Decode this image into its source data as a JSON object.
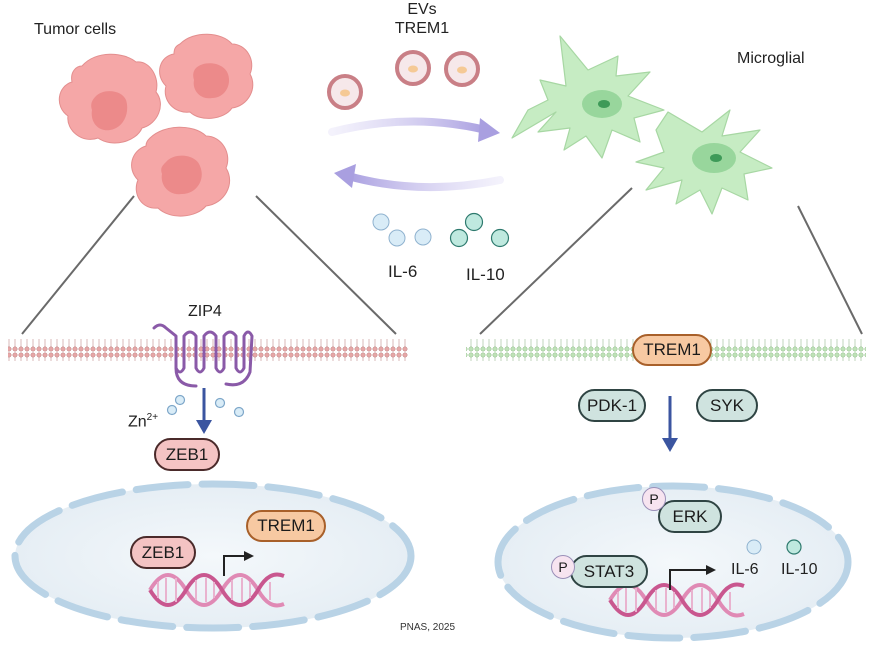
{
  "left": {
    "title": "Tumor cells",
    "receptor": "ZIP4",
    "ion_label": "Zn",
    "ion_charge": "2+",
    "cyto_protein": "ZEB1",
    "nucleus_factor": "ZEB1",
    "target_gene": "TREM1"
  },
  "middle": {
    "ev_line1": "EVs",
    "ev_line2": "TREM1",
    "cytokine_a": "IL-6",
    "cytokine_b": "IL-10"
  },
  "right": {
    "title": "Microglial",
    "receptor": "TREM1",
    "kinase_a": "PDK-1",
    "kinase_b": "SYK",
    "erk": "ERK",
    "stat": "STAT3",
    "phospho": "P",
    "out_a": "IL-6",
    "out_b": "IL-10"
  },
  "footer": {
    "source": "PNAS, 2025"
  },
  "colors": {
    "tumor_pink": "#f5a7a7",
    "microglia_green": "#c6ecc3",
    "arrow_lavender": "#b9b0e6",
    "arrow_blue": "#3b55a0",
    "dna_pink": "#e08ab5",
    "il6_blue": "#d9ecf7",
    "il10_teal": "#bfe9df",
    "zip4_purple": "#8a5aa8"
  }
}
